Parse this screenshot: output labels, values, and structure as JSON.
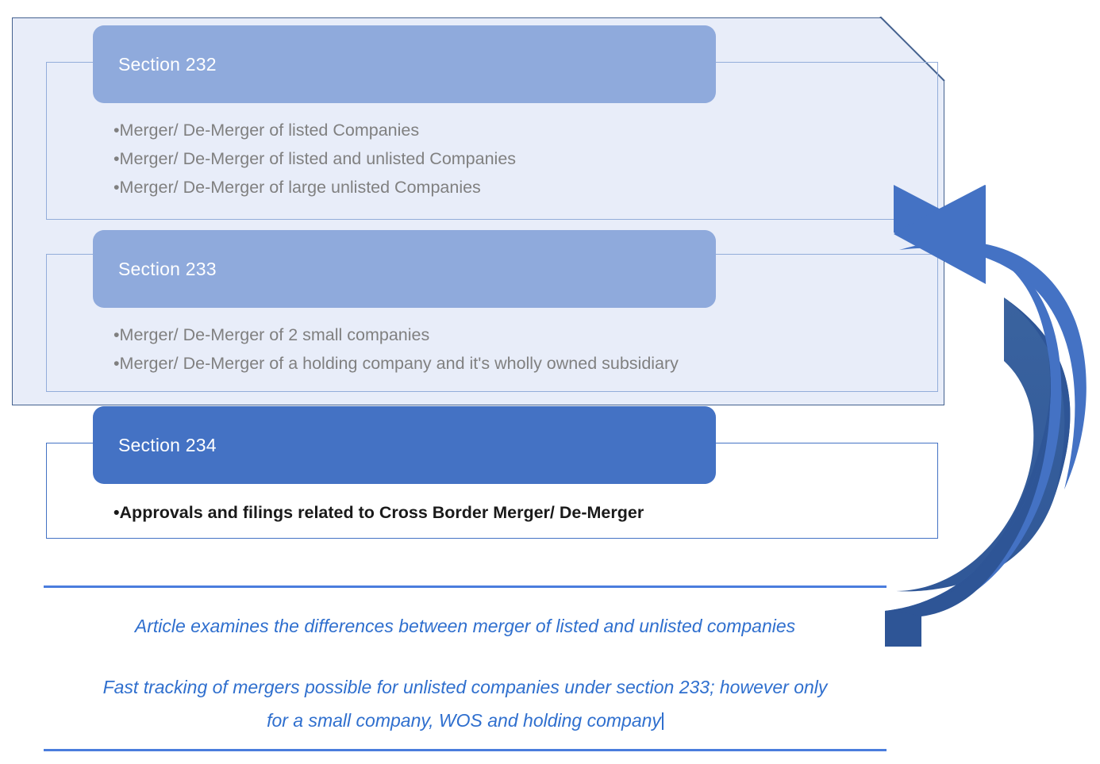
{
  "diagram": {
    "title": "Sections 232 233 234 merger overview",
    "colors": {
      "panel_fill": "#E8EDF9",
      "panel_border": "#44618F",
      "pill_light": "#8FAADC",
      "pill_dark": "#4472C4",
      "inner_border": "#93ADDA",
      "bullet_gray": "#808080",
      "note_blue": "#2F6FCE",
      "rule_blue": "#4A7DDD",
      "arrow_light": "#4472C4",
      "arrow_dark": "#2E5596"
    },
    "sections": [
      {
        "id": "section-232",
        "heading": "Section 232",
        "bullets": [
          "Merger/ De-Merger of  listed Companies",
          "Merger/ De-Merger of listed and unlisted Companies",
          "Merger/ De-Merger of large unlisted Companies"
        ]
      },
      {
        "id": "section-233",
        "heading": "Section 233",
        "bullets": [
          "Merger/ De-Merger of 2 small companies",
          "Merger/ De-Merger of a holding company and it's wholly owned subsidiary"
        ]
      },
      {
        "id": "section-234",
        "heading": "Section 234",
        "bullets": [
          "Approvals and filings related to Cross Border Merger/ De-Merger"
        ]
      }
    ],
    "notes": [
      {
        "id": "note-article",
        "lines": [
          "Article examines the differences between merger of listed and unlisted companies"
        ]
      },
      {
        "id": "note-fast-track",
        "lines": [
          "Fast tracking of mergers possible for unlisted companies under section 233; however only",
          "for a small company, WOS and holding company"
        ]
      }
    ],
    "arrow": {
      "name": "curved-back-arrow",
      "direction": "left"
    },
    "bullet_glyph": "•"
  }
}
